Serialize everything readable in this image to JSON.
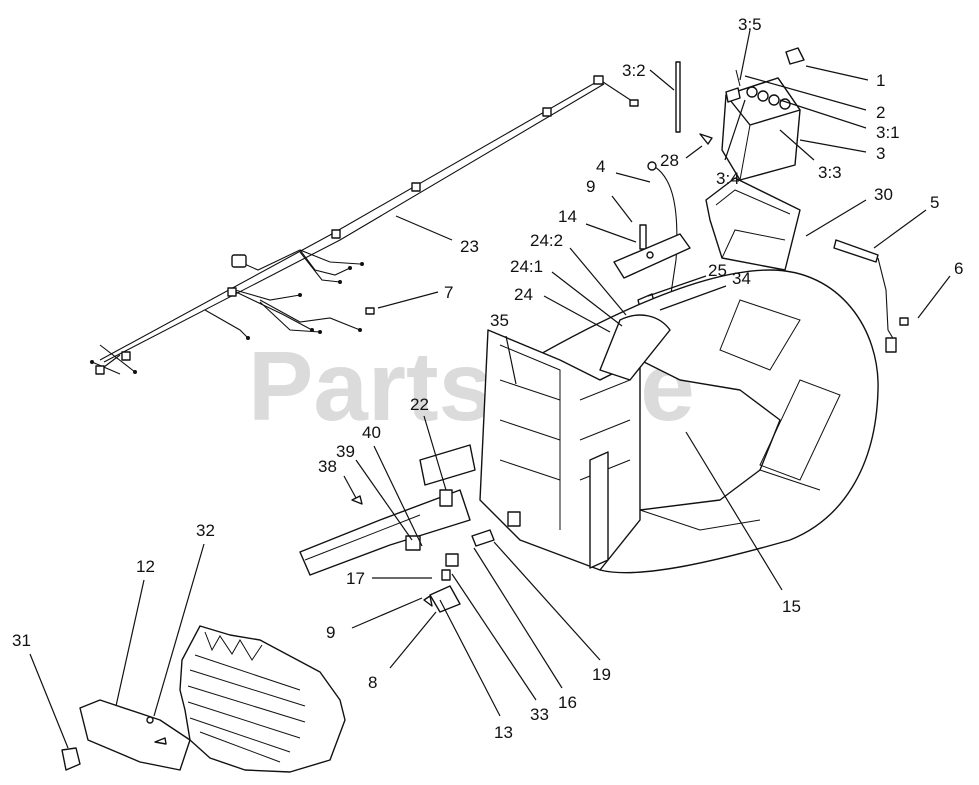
{
  "watermark": "PartsTree",
  "callouts": [
    {
      "id": "1",
      "label": "1"
    },
    {
      "id": "2",
      "label": "2"
    },
    {
      "id": "3-1",
      "label": "3:1"
    },
    {
      "id": "3",
      "label": "3"
    },
    {
      "id": "3-3",
      "label": "3:3"
    },
    {
      "id": "3-5",
      "label": "3:5"
    },
    {
      "id": "3-2",
      "label": "3:2"
    },
    {
      "id": "3-4",
      "label": "3:4"
    },
    {
      "id": "28",
      "label": "28"
    },
    {
      "id": "4",
      "label": "4"
    },
    {
      "id": "9a",
      "label": "9"
    },
    {
      "id": "14",
      "label": "14"
    },
    {
      "id": "24-2",
      "label": "24:2"
    },
    {
      "id": "24-1",
      "label": "24:1"
    },
    {
      "id": "24",
      "label": "24"
    },
    {
      "id": "25",
      "label": "25"
    },
    {
      "id": "34",
      "label": "34"
    },
    {
      "id": "30",
      "label": "30"
    },
    {
      "id": "5",
      "label": "5"
    },
    {
      "id": "6",
      "label": "6"
    },
    {
      "id": "23",
      "label": "23"
    },
    {
      "id": "7",
      "label": "7"
    },
    {
      "id": "35",
      "label": "35"
    },
    {
      "id": "15",
      "label": "15"
    },
    {
      "id": "22",
      "label": "22"
    },
    {
      "id": "40",
      "label": "40"
    },
    {
      "id": "39",
      "label": "39"
    },
    {
      "id": "38",
      "label": "38"
    },
    {
      "id": "17",
      "label": "17"
    },
    {
      "id": "9b",
      "label": "9"
    },
    {
      "id": "8",
      "label": "8"
    },
    {
      "id": "13",
      "label": "13"
    },
    {
      "id": "33",
      "label": "33"
    },
    {
      "id": "16",
      "label": "16"
    },
    {
      "id": "19",
      "label": "19"
    },
    {
      "id": "32",
      "label": "32"
    },
    {
      "id": "12",
      "label": "12"
    },
    {
      "id": "31",
      "label": "31"
    }
  ]
}
